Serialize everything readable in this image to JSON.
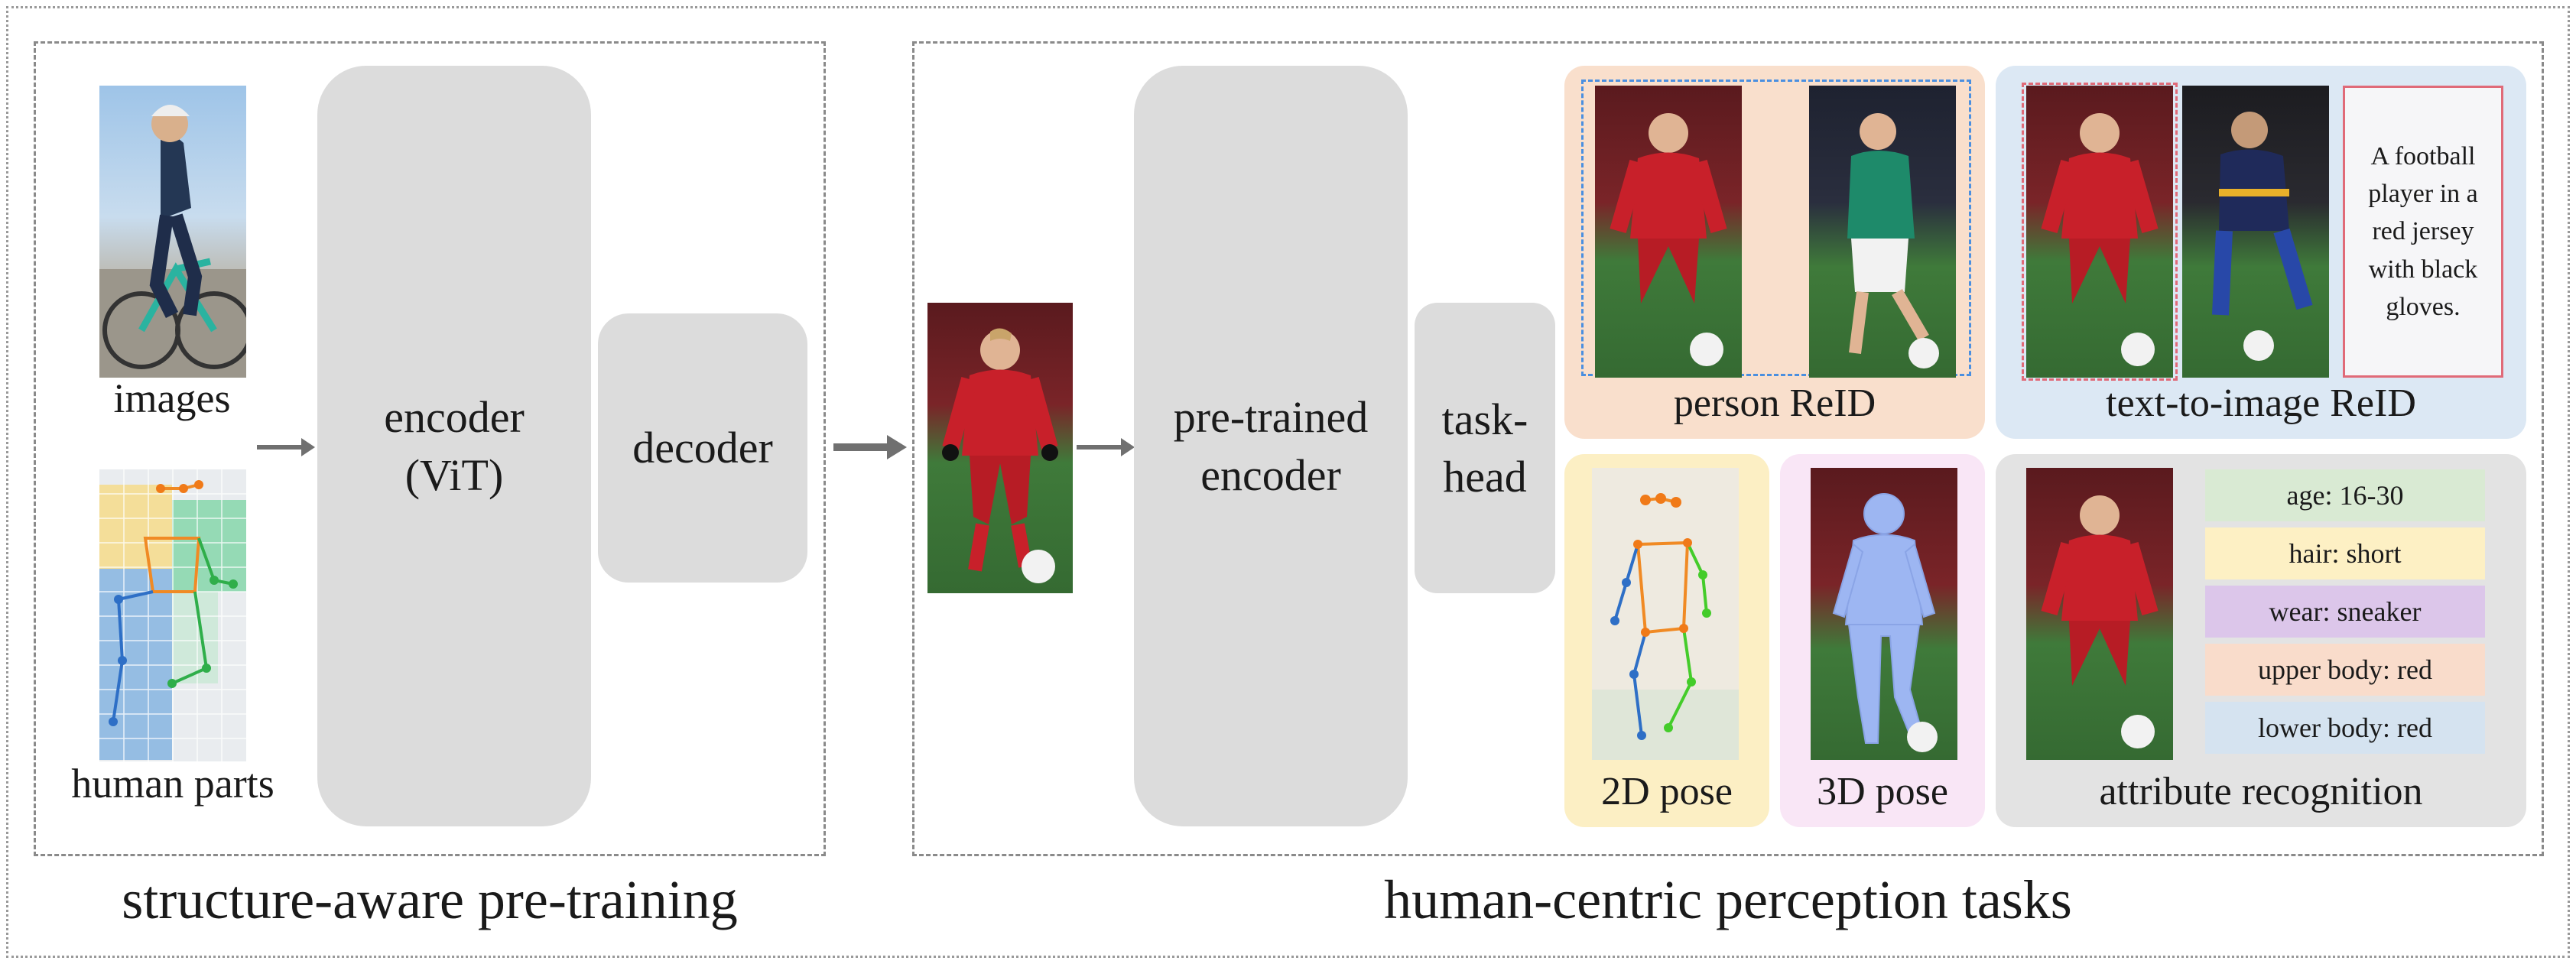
{
  "left_section": {
    "caption": "structure-aware pre-training",
    "images_label": "images",
    "parts_label": "human parts",
    "encoder_label": "encoder\n(ViT)",
    "decoder_label": "decoder"
  },
  "right_section": {
    "caption": "human-centric perception tasks",
    "encoder_label": "pre-trained\nencoder",
    "head_label": "task-\nhead"
  },
  "tasks": {
    "reid": {
      "label": "person ReID"
    },
    "t2i": {
      "label": "text-to-image ReID",
      "text": "A football player in a red jersey with black gloves."
    },
    "pose2d": {
      "label": "2D pose"
    },
    "pose3d": {
      "label": "3D pose"
    },
    "attr": {
      "label": "attribute recognition",
      "items": [
        {
          "text": "age: 16-30",
          "color": "#d9ead3"
        },
        {
          "text": "hair: short",
          "color": "#fdf0c4"
        },
        {
          "text": "wear: sneaker",
          "color": "#dcc6ea"
        },
        {
          "text": "upper body: red",
          "color": "#f9dccb"
        },
        {
          "text": "lower body: red",
          "color": "#d5e3f0"
        }
      ]
    }
  },
  "colors": {
    "reid_bg": "#f9dfcc",
    "t2i_bg": "#dce8f4",
    "pose2d_bg": "#fcefc4",
    "pose3d_bg": "#f9e6f6",
    "attr_bg": "#e3e3e3",
    "block_grey": "#dcdcdc",
    "jersey_red": "#c8202a",
    "pitch_green": "#3f7a3a"
  }
}
